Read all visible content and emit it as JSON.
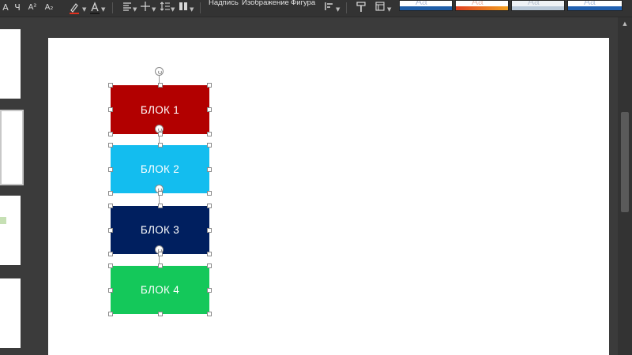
{
  "toolbar": {
    "font_buttons": [
      "A",
      "Ч",
      "A²",
      "A₂"
    ],
    "arrange_labels": [
      "Надпись",
      "Изображение",
      "Фигура"
    ],
    "icons": [
      "superscript-icon",
      "subscript-icon",
      "highlight-pen-icon",
      "font-color-icon",
      "align-icon",
      "spacing-icon",
      "line-spacing-icon",
      "columns-icon",
      "text-box-icon",
      "image-icon",
      "shape-icon",
      "arrange-icon",
      "paint-format-icon",
      "layout-icon"
    ],
    "theme_colors": [
      "#1f5ea8",
      "#e04020",
      "#b8c8d8",
      "#2060b0"
    ]
  },
  "slide": {
    "blocks": [
      {
        "label": "БЛОК 1",
        "color": "#b20000"
      },
      {
        "label": "БЛОК 2",
        "color": "#13bdef"
      },
      {
        "label": "БЛОК 3",
        "color": "#001f5f"
      },
      {
        "label": "БЛОК 4",
        "color": "#14c85a"
      }
    ]
  },
  "slide_panel": {
    "thumbnail_mark_color": "#c6e0b4"
  }
}
